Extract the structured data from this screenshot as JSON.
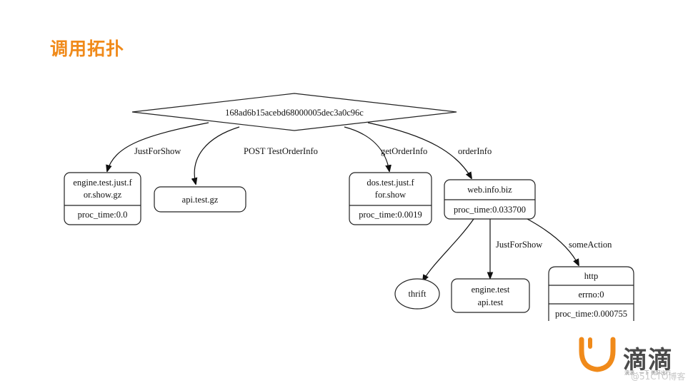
{
  "title": "调用拓扑",
  "root": {
    "label": "168ad6b15acebd68000005dec3a0c96c"
  },
  "nodes": {
    "engine_gz": {
      "line1": "engine.test.just.f",
      "line2": "or.show.gz",
      "field": "proc_time:0.0"
    },
    "api_gz": {
      "label": "api.test.gz"
    },
    "dos": {
      "line1": "dos.test.just.f",
      "line2": "for.show",
      "field": "proc_time:0.0019"
    },
    "web": {
      "label": "web.info.biz",
      "field": "proc_time:0.033700"
    },
    "thrift": {
      "label": "thrift"
    },
    "engine_api": {
      "line1": "engine.test",
      "line2": "api.test"
    },
    "http": {
      "label": "http",
      "field1": "errno:0",
      "field2": "proc_time:0.000755"
    }
  },
  "edges": {
    "root_engine": "JustForShow",
    "root_api": "POST TestOrderInfo",
    "root_dos": "getOrderInfo",
    "root_web": "orderInfo",
    "web_engine": "JustForShow",
    "web_http": "someAction"
  },
  "brand": {
    "name": "滴滴",
    "slogan": "滴滴 · 一下 美好出行",
    "watermark": "@51CTO博客",
    "color": "#f08a1a"
  }
}
